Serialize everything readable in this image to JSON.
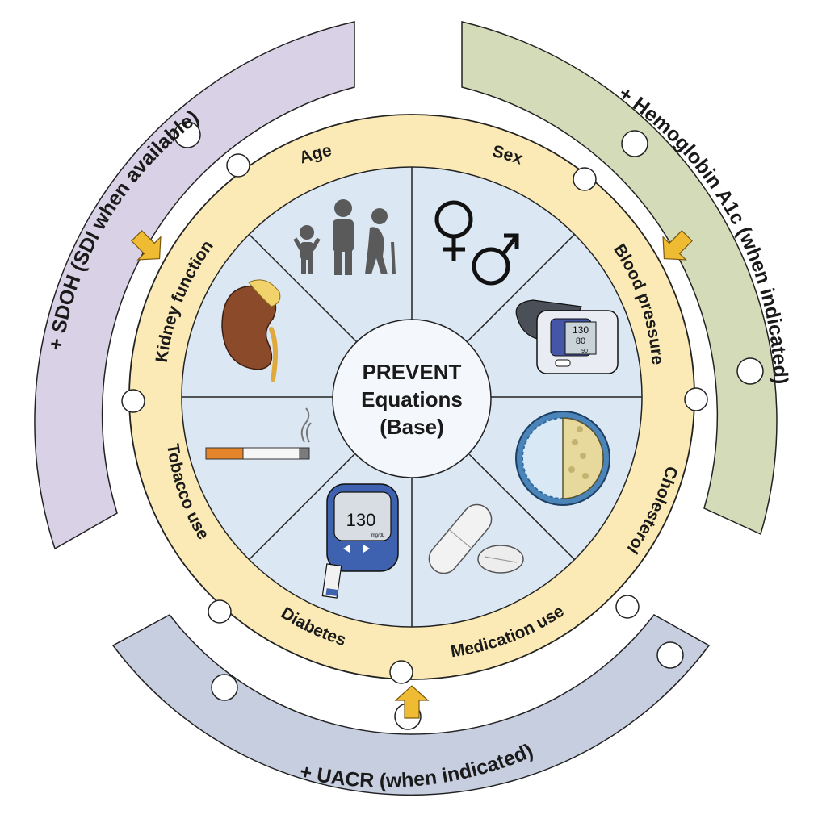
{
  "center": {
    "line1": "PREVENT",
    "line2": "Equations",
    "line3": "(Base)"
  },
  "segments": [
    {
      "id": "age",
      "label": "Age",
      "icon": "people-age-icon"
    },
    {
      "id": "sex",
      "label": "Sex",
      "icon": "gender-symbols-icon"
    },
    {
      "id": "blood-pressure",
      "label": "Blood pressure",
      "icon": "blood-pressure-monitor-icon"
    },
    {
      "id": "cholesterol",
      "label": "Cholesterol",
      "icon": "lipoprotein-particle-icon"
    },
    {
      "id": "medication-use",
      "label": "Medication use",
      "icon": "pill-capsule-icon"
    },
    {
      "id": "diabetes",
      "label": "Diabetes",
      "icon": "glucose-meter-icon"
    },
    {
      "id": "tobacco-use",
      "label": "Tobacco use",
      "icon": "cigarette-icon"
    },
    {
      "id": "kidney-function",
      "label": "Kidney function",
      "icon": "kidney-icon"
    }
  ],
  "extensions": {
    "sdoh": {
      "label": "+ SDOH (SDI when available)",
      "color": "#d9d2e6"
    },
    "hba1c": {
      "label": "+ Hemoglobin A1c (when indicated)",
      "color": "#d3dbb8"
    },
    "uacr": {
      "label": "+ UACR (when indicated)",
      "color": "#c6cedf"
    }
  },
  "device_readings": {
    "bp_systolic": "130",
    "bp_diastolic": "80",
    "bp_pulse": "90",
    "glucose": "130",
    "glucose_unit": "mg/dL"
  },
  "colors": {
    "ring": "#fbeab5",
    "pie": "#dbe7f3",
    "arrow": "#efbb33",
    "outline": "#222222"
  }
}
